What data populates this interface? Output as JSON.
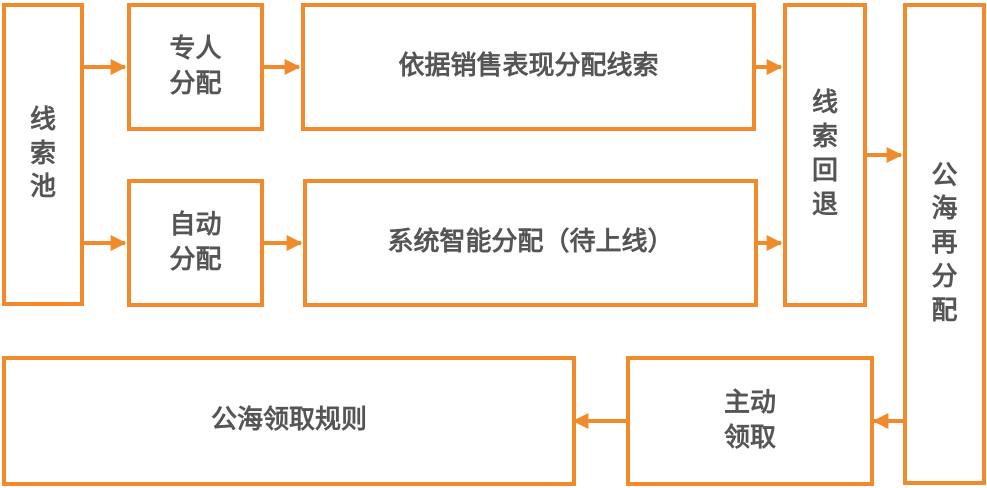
{
  "nodes": {
    "pool": "线索池",
    "dedicated": "专人分配",
    "auto": "自动分配",
    "by_sales": "依据销售表现分配线索",
    "smart": "系统智能分配（待上线）",
    "returned": "线索回退",
    "sea_realloc": "公海再分配",
    "active_claim": "主动领取",
    "sea_rules": "公海领取规则"
  },
  "colors": {
    "accent": "#f08a2a",
    "text": "#555555"
  }
}
